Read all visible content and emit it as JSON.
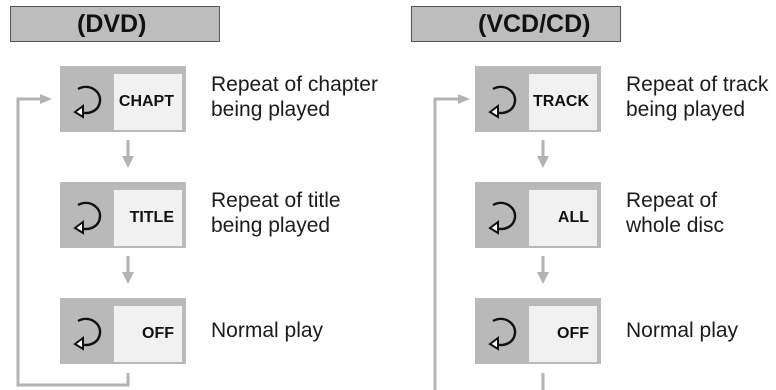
{
  "dvd": {
    "header": "(DVD)",
    "modes": [
      {
        "label": "CHAPT",
        "desc_line1": "Repeat of chapter",
        "desc_line2": "being played"
      },
      {
        "label": "TITLE",
        "desc_line1": "Repeat of title",
        "desc_line2": "being played"
      },
      {
        "label": "OFF",
        "desc_line1": "Normal play",
        "desc_line2": ""
      }
    ]
  },
  "vcd": {
    "header": "(VCD/CD)",
    "modes": [
      {
        "label": "TRACK",
        "desc_line1": "Repeat of track",
        "desc_line2": "being played"
      },
      {
        "label": "ALL",
        "desc_line1": "Repeat of",
        "desc_line2": "whole disc"
      },
      {
        "label": "OFF",
        "desc_line1": "Normal play",
        "desc_line2": ""
      }
    ]
  },
  "icons": {
    "repeat": "repeat-icon"
  },
  "colors": {
    "button_bg": "#b9b9b9",
    "label_bg": "#f1f1f1",
    "header_bg": "#bdbdbd",
    "arrow": "#b3b3b3"
  }
}
